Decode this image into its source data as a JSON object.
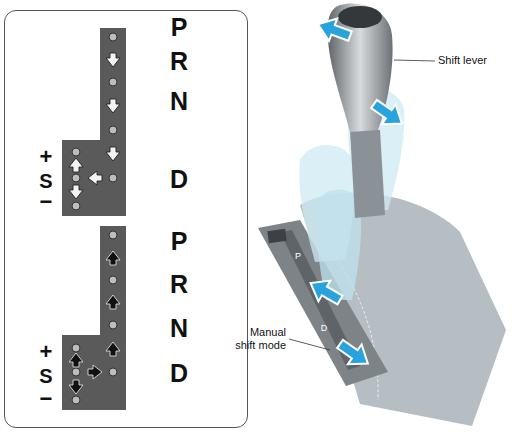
{
  "diagram": {
    "nodes": [
      {
        "text": [
          "P",
          "R",
          "N",
          "D",
          "+",
          "S",
          "−",
          "P",
          "R",
          "N",
          "D",
          "+",
          "S",
          "−"
        ]
      }
    ],
    "labels": [
      "Shift lever",
      "Manual shift mode",
      "P",
      "D"
    ]
  }
}
